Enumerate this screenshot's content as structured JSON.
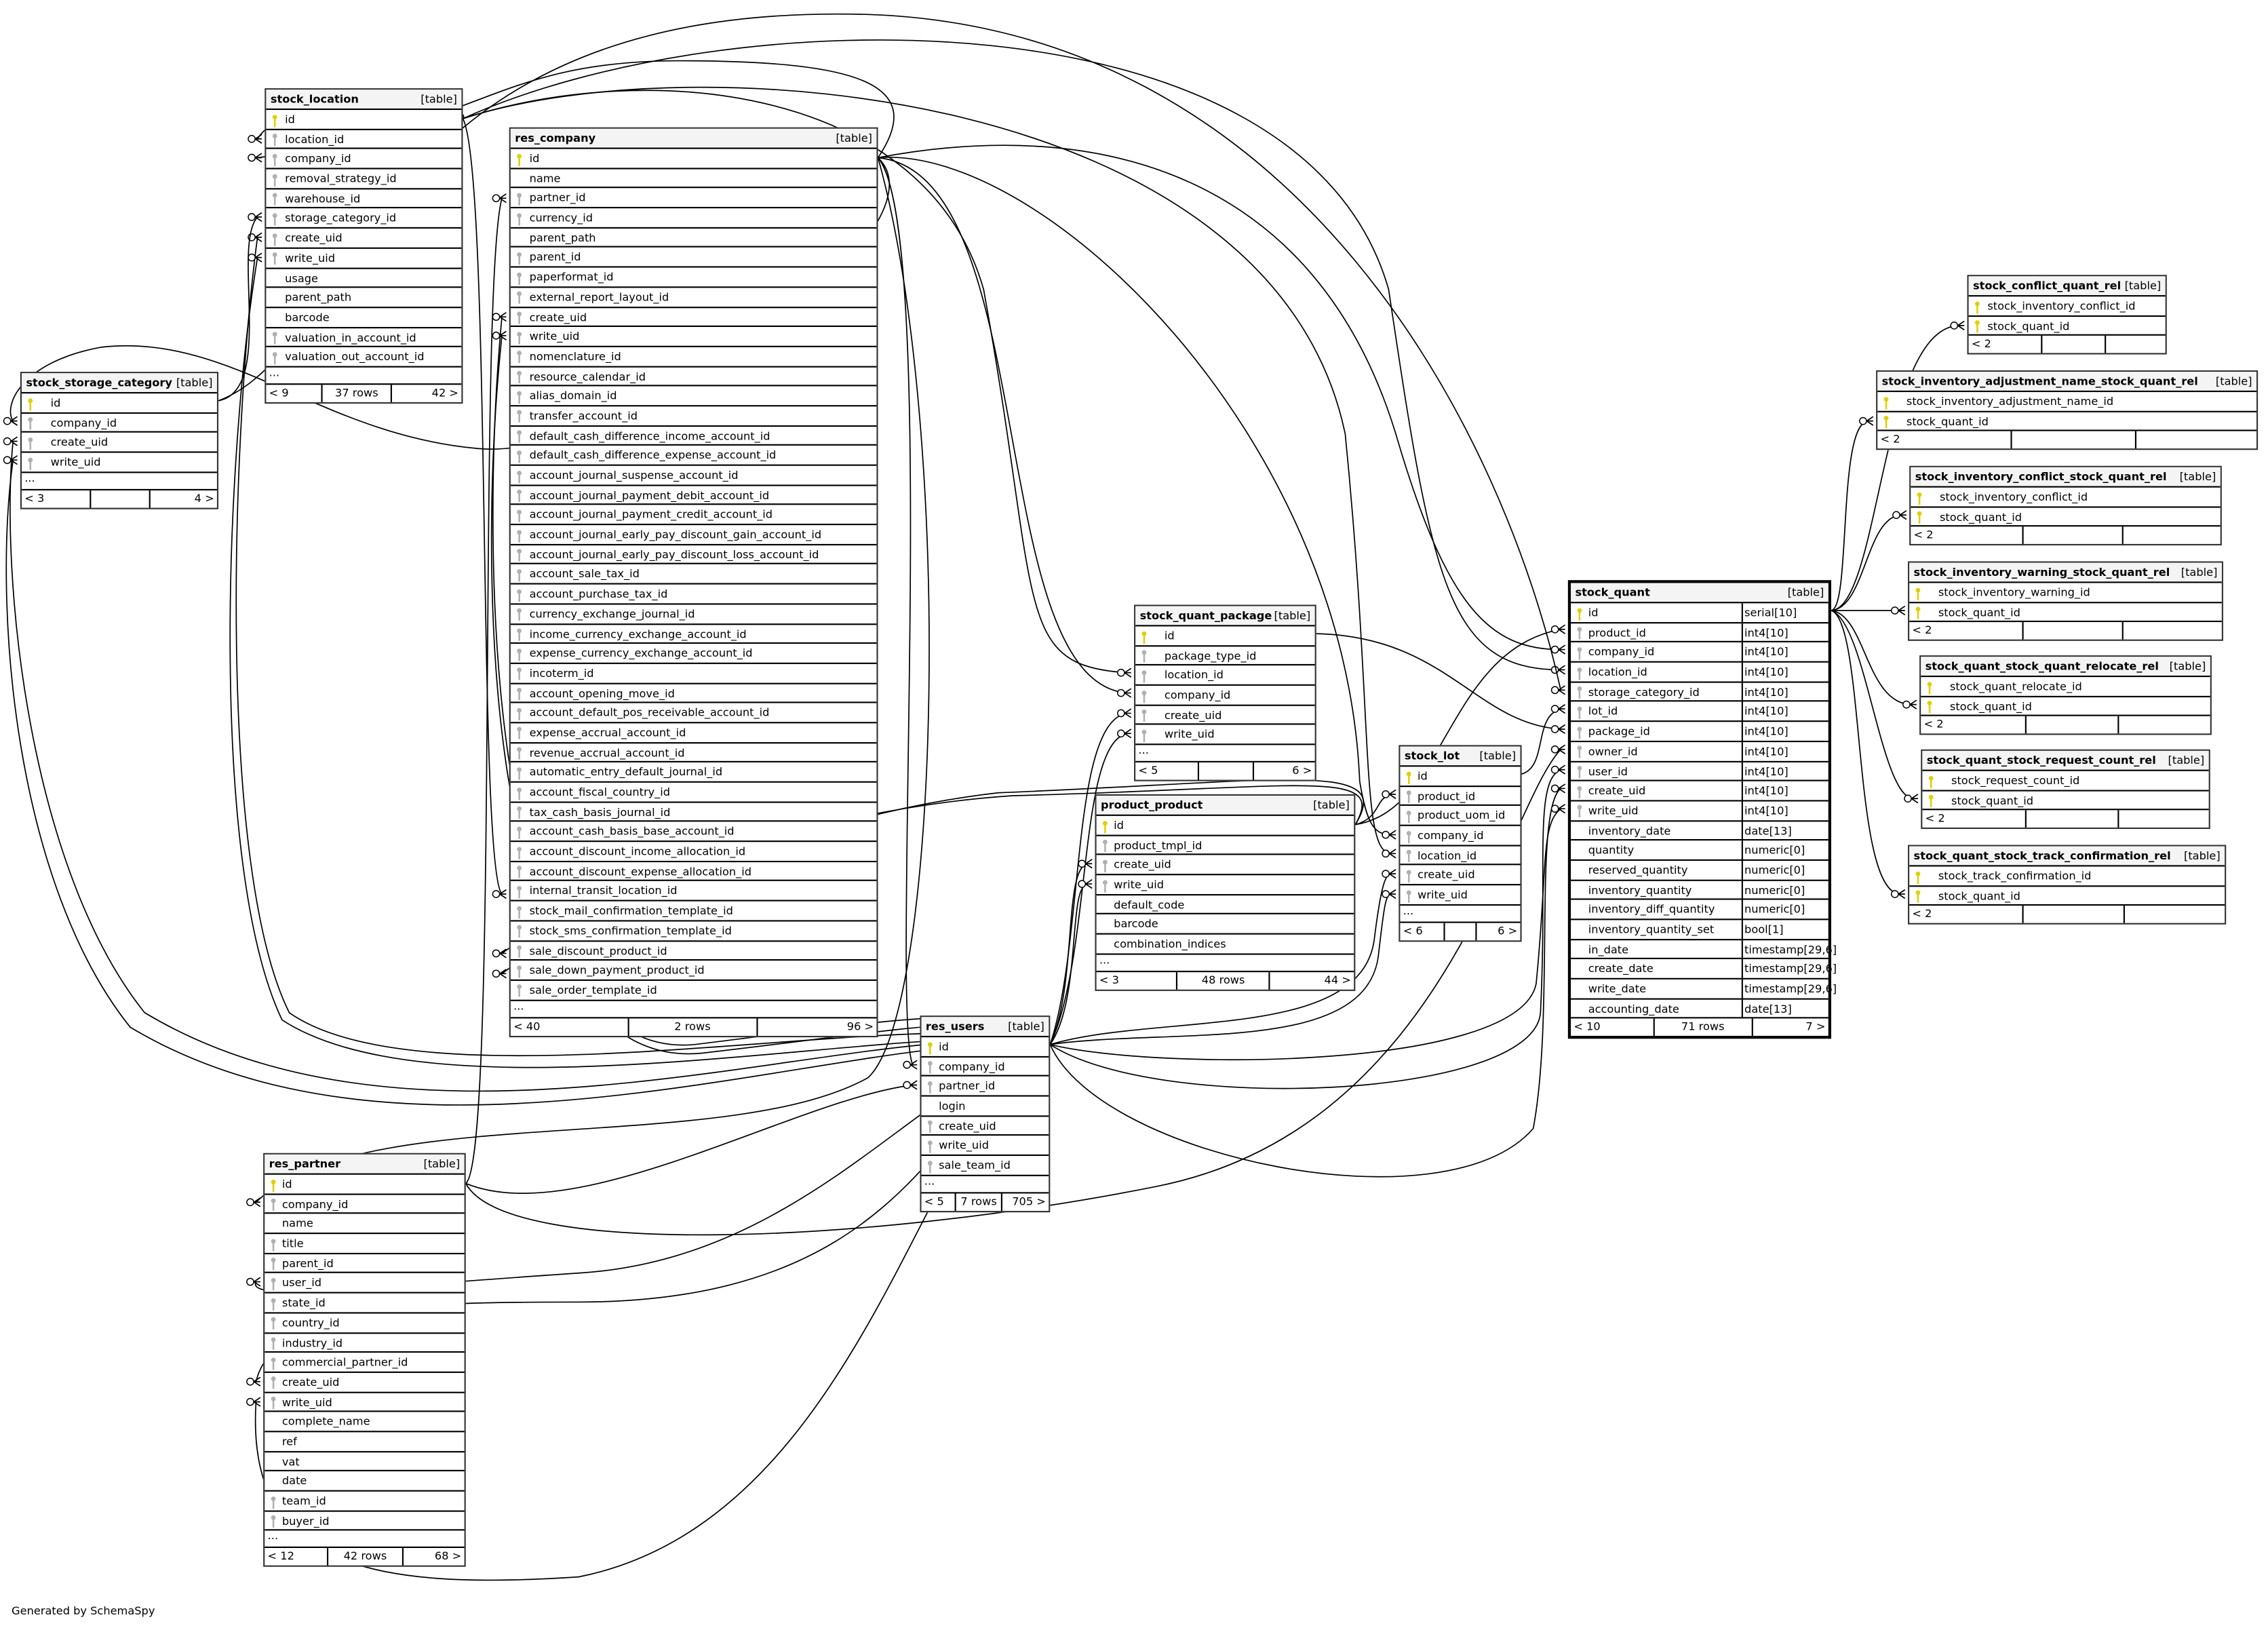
{
  "footer_text": "Generated by SchemaSpy",
  "colors": {
    "pk_key": "#e0d000",
    "fk_key": "#b0b0b0",
    "header_bg": "#f4f4f4"
  },
  "tables": [
    {
      "id": "stock_location",
      "name": "stock_location",
      "type_label": "[table]",
      "more": "...",
      "columns": [
        {
          "name": "id",
          "key": "pk"
        },
        {
          "name": "location_id",
          "key": "fk"
        },
        {
          "name": "company_id",
          "key": "fk"
        },
        {
          "name": "removal_strategy_id",
          "key": "fk"
        },
        {
          "name": "warehouse_id",
          "key": "fk"
        },
        {
          "name": "storage_category_id",
          "key": "fk"
        },
        {
          "name": "create_uid",
          "key": "fk"
        },
        {
          "name": "write_uid",
          "key": "fk"
        },
        {
          "name": "usage",
          "key": ""
        },
        {
          "name": "parent_path",
          "key": ""
        },
        {
          "name": "barcode",
          "key": ""
        },
        {
          "name": "valuation_in_account_id",
          "key": "fk"
        },
        {
          "name": "valuation_out_account_id",
          "key": "fk"
        }
      ],
      "footer": {
        "left": "< 9",
        "center": "37 rows",
        "right": "42 >"
      }
    },
    {
      "id": "stock_storage_category",
      "name": "stock_storage_category",
      "type_label": "[table]",
      "more": "...",
      "columns": [
        {
          "name": "id",
          "key": "pk"
        },
        {
          "name": "company_id",
          "key": "fk"
        },
        {
          "name": "create_uid",
          "key": "fk"
        },
        {
          "name": "write_uid",
          "key": "fk"
        }
      ],
      "footer": {
        "left": "< 3",
        "center": "",
        "right": "4 >"
      }
    },
    {
      "id": "res_company",
      "name": "res_company",
      "type_label": "[table]",
      "more": "...",
      "columns": [
        {
          "name": "id",
          "key": "pk"
        },
        {
          "name": "name",
          "key": ""
        },
        {
          "name": "partner_id",
          "key": "fk"
        },
        {
          "name": "currency_id",
          "key": "fk"
        },
        {
          "name": "parent_path",
          "key": ""
        },
        {
          "name": "parent_id",
          "key": "fk"
        },
        {
          "name": "paperformat_id",
          "key": "fk"
        },
        {
          "name": "external_report_layout_id",
          "key": "fk"
        },
        {
          "name": "create_uid",
          "key": "fk"
        },
        {
          "name": "write_uid",
          "key": "fk"
        },
        {
          "name": "nomenclature_id",
          "key": "fk"
        },
        {
          "name": "resource_calendar_id",
          "key": "fk"
        },
        {
          "name": "alias_domain_id",
          "key": "fk"
        },
        {
          "name": "transfer_account_id",
          "key": "fk"
        },
        {
          "name": "default_cash_difference_income_account_id",
          "key": "fk"
        },
        {
          "name": "default_cash_difference_expense_account_id",
          "key": "fk"
        },
        {
          "name": "account_journal_suspense_account_id",
          "key": "fk"
        },
        {
          "name": "account_journal_payment_debit_account_id",
          "key": "fk"
        },
        {
          "name": "account_journal_payment_credit_account_id",
          "key": "fk"
        },
        {
          "name": "account_journal_early_pay_discount_gain_account_id",
          "key": "fk"
        },
        {
          "name": "account_journal_early_pay_discount_loss_account_id",
          "key": "fk"
        },
        {
          "name": "account_sale_tax_id",
          "key": "fk"
        },
        {
          "name": "account_purchase_tax_id",
          "key": "fk"
        },
        {
          "name": "currency_exchange_journal_id",
          "key": "fk"
        },
        {
          "name": "income_currency_exchange_account_id",
          "key": "fk"
        },
        {
          "name": "expense_currency_exchange_account_id",
          "key": "fk"
        },
        {
          "name": "incoterm_id",
          "key": "fk"
        },
        {
          "name": "account_opening_move_id",
          "key": "fk"
        },
        {
          "name": "account_default_pos_receivable_account_id",
          "key": "fk"
        },
        {
          "name": "expense_accrual_account_id",
          "key": "fk"
        },
        {
          "name": "revenue_accrual_account_id",
          "key": "fk"
        },
        {
          "name": "automatic_entry_default_journal_id",
          "key": "fk"
        },
        {
          "name": "account_fiscal_country_id",
          "key": "fk"
        },
        {
          "name": "tax_cash_basis_journal_id",
          "key": "fk"
        },
        {
          "name": "account_cash_basis_base_account_id",
          "key": "fk"
        },
        {
          "name": "account_discount_income_allocation_id",
          "key": "fk"
        },
        {
          "name": "account_discount_expense_allocation_id",
          "key": "fk"
        },
        {
          "name": "internal_transit_location_id",
          "key": "fk"
        },
        {
          "name": "stock_mail_confirmation_template_id",
          "key": "fk"
        },
        {
          "name": "stock_sms_confirmation_template_id",
          "key": "fk"
        },
        {
          "name": "sale_discount_product_id",
          "key": "fk"
        },
        {
          "name": "sale_down_payment_product_id",
          "key": "fk"
        },
        {
          "name": "sale_order_template_id",
          "key": "fk"
        }
      ],
      "footer": {
        "left": "< 40",
        "center": "2 rows",
        "right": "96 >"
      }
    },
    {
      "id": "stock_quant_package",
      "name": "stock_quant_package",
      "type_label": "[table]",
      "more": "...",
      "columns": [
        {
          "name": "id",
          "key": "pk"
        },
        {
          "name": "package_type_id",
          "key": "fk"
        },
        {
          "name": "location_id",
          "key": "fk"
        },
        {
          "name": "company_id",
          "key": "fk"
        },
        {
          "name": "create_uid",
          "key": "fk"
        },
        {
          "name": "write_uid",
          "key": "fk"
        }
      ],
      "footer": {
        "left": "< 5",
        "center": "",
        "right": "6 >"
      }
    },
    {
      "id": "product_product",
      "name": "product_product",
      "type_label": "[table]",
      "more": "...",
      "columns": [
        {
          "name": "id",
          "key": "pk"
        },
        {
          "name": "product_tmpl_id",
          "key": "fk"
        },
        {
          "name": "create_uid",
          "key": "fk"
        },
        {
          "name": "write_uid",
          "key": "fk"
        },
        {
          "name": "default_code",
          "key": ""
        },
        {
          "name": "barcode",
          "key": ""
        },
        {
          "name": "combination_indices",
          "key": ""
        }
      ],
      "footer": {
        "left": "< 3",
        "center": "48 rows",
        "right": "44 >"
      }
    },
    {
      "id": "stock_lot",
      "name": "stock_lot",
      "type_label": "[table]",
      "more": "...",
      "columns": [
        {
          "name": "id",
          "key": "pk"
        },
        {
          "name": "product_id",
          "key": "fk"
        },
        {
          "name": "product_uom_id",
          "key": "fk"
        },
        {
          "name": "company_id",
          "key": "fk"
        },
        {
          "name": "location_id",
          "key": "fk"
        },
        {
          "name": "create_uid",
          "key": "fk"
        },
        {
          "name": "write_uid",
          "key": "fk"
        }
      ],
      "footer": {
        "left": "< 6",
        "center": "",
        "right": "6 >"
      }
    },
    {
      "id": "res_users",
      "name": "res_users",
      "type_label": "[table]",
      "more": "...",
      "columns": [
        {
          "name": "id",
          "key": "pk"
        },
        {
          "name": "company_id",
          "key": "fk"
        },
        {
          "name": "partner_id",
          "key": "fk"
        },
        {
          "name": "login",
          "key": ""
        },
        {
          "name": "create_uid",
          "key": "fk"
        },
        {
          "name": "write_uid",
          "key": "fk"
        },
        {
          "name": "sale_team_id",
          "key": "fk"
        }
      ],
      "footer": {
        "left": "< 5",
        "center": "7 rows",
        "right": "705 >"
      }
    },
    {
      "id": "res_partner",
      "name": "res_partner",
      "type_label": "[table]",
      "more": "...",
      "columns": [
        {
          "name": "id",
          "key": "pk"
        },
        {
          "name": "company_id",
          "key": "fk"
        },
        {
          "name": "name",
          "key": ""
        },
        {
          "name": "title",
          "key": "fk"
        },
        {
          "name": "parent_id",
          "key": "fk"
        },
        {
          "name": "user_id",
          "key": "fk"
        },
        {
          "name": "state_id",
          "key": "fk"
        },
        {
          "name": "country_id",
          "key": "fk"
        },
        {
          "name": "industry_id",
          "key": "fk"
        },
        {
          "name": "commercial_partner_id",
          "key": "fk"
        },
        {
          "name": "create_uid",
          "key": "fk"
        },
        {
          "name": "write_uid",
          "key": "fk"
        },
        {
          "name": "complete_name",
          "key": ""
        },
        {
          "name": "ref",
          "key": ""
        },
        {
          "name": "vat",
          "key": ""
        },
        {
          "name": "date",
          "key": ""
        },
        {
          "name": "team_id",
          "key": "fk"
        },
        {
          "name": "buyer_id",
          "key": "fk"
        }
      ],
      "footer": {
        "left": "< 12",
        "center": "42 rows",
        "right": "68 >"
      }
    },
    {
      "id": "stock_quant",
      "name": "stock_quant",
      "type_label": "[table]",
      "more": null,
      "columns": [
        {
          "name": "id",
          "key": "pk",
          "type": "serial[10]"
        },
        {
          "name": "product_id",
          "key": "fk",
          "type": "int4[10]"
        },
        {
          "name": "company_id",
          "key": "fk",
          "type": "int4[10]"
        },
        {
          "name": "location_id",
          "key": "fk",
          "type": "int4[10]"
        },
        {
          "name": "storage_category_id",
          "key": "fk",
          "type": "int4[10]"
        },
        {
          "name": "lot_id",
          "key": "fk",
          "type": "int4[10]"
        },
        {
          "name": "package_id",
          "key": "fk",
          "type": "int4[10]"
        },
        {
          "name": "owner_id",
          "key": "fk",
          "type": "int4[10]"
        },
        {
          "name": "user_id",
          "key": "fk",
          "type": "int4[10]"
        },
        {
          "name": "create_uid",
          "key": "fk",
          "type": "int4[10]"
        },
        {
          "name": "write_uid",
          "key": "fk",
          "type": "int4[10]"
        },
        {
          "name": "inventory_date",
          "key": "",
          "type": "date[13]"
        },
        {
          "name": "quantity",
          "key": "",
          "type": "numeric[0]"
        },
        {
          "name": "reserved_quantity",
          "key": "",
          "type": "numeric[0]"
        },
        {
          "name": "inventory_quantity",
          "key": "",
          "type": "numeric[0]"
        },
        {
          "name": "inventory_diff_quantity",
          "key": "",
          "type": "numeric[0]"
        },
        {
          "name": "inventory_quantity_set",
          "key": "",
          "type": "bool[1]"
        },
        {
          "name": "in_date",
          "key": "",
          "type": "timestamp[29,6]"
        },
        {
          "name": "create_date",
          "key": "",
          "type": "timestamp[29,6]"
        },
        {
          "name": "write_date",
          "key": "",
          "type": "timestamp[29,6]"
        },
        {
          "name": "accounting_date",
          "key": "",
          "type": "date[13]"
        }
      ],
      "footer": {
        "left": "< 10",
        "center": "71 rows",
        "right": "7 >"
      }
    },
    {
      "id": "stock_conflict_quant_rel",
      "name": "stock_conflict_quant_rel",
      "type_label": "[table]",
      "more": null,
      "columns": [
        {
          "name": "stock_inventory_conflict_id",
          "key": "pk"
        },
        {
          "name": "stock_quant_id",
          "key": "pk"
        }
      ],
      "footer": {
        "left": "< 2",
        "center": "",
        "right": ""
      }
    },
    {
      "id": "stock_inventory_adjustment_name_stock_quant_rel",
      "name": "stock_inventory_adjustment_name_stock_quant_rel",
      "type_label": "[table]",
      "more": null,
      "columns": [
        {
          "name": "stock_inventory_adjustment_name_id",
          "key": "pk"
        },
        {
          "name": "stock_quant_id",
          "key": "pk"
        }
      ],
      "footer": {
        "left": "< 2",
        "center": "",
        "right": ""
      }
    },
    {
      "id": "stock_inventory_conflict_stock_quant_rel",
      "name": "stock_inventory_conflict_stock_quant_rel",
      "type_label": "[table]",
      "more": null,
      "columns": [
        {
          "name": "stock_inventory_conflict_id",
          "key": "pk"
        },
        {
          "name": "stock_quant_id",
          "key": "pk"
        }
      ],
      "footer": {
        "left": "< 2",
        "center": "",
        "right": ""
      }
    },
    {
      "id": "stock_inventory_warning_stock_quant_rel",
      "name": "stock_inventory_warning_stock_quant_rel",
      "type_label": "[table]",
      "more": null,
      "columns": [
        {
          "name": "stock_inventory_warning_id",
          "key": "pk"
        },
        {
          "name": "stock_quant_id",
          "key": "pk"
        }
      ],
      "footer": {
        "left": "< 2",
        "center": "",
        "right": ""
      }
    },
    {
      "id": "stock_quant_stock_quant_relocate_rel",
      "name": "stock_quant_stock_quant_relocate_rel",
      "type_label": "[table]",
      "more": null,
      "columns": [
        {
          "name": "stock_quant_relocate_id",
          "key": "pk"
        },
        {
          "name": "stock_quant_id",
          "key": "pk"
        }
      ],
      "footer": {
        "left": "< 2",
        "center": "",
        "right": ""
      }
    },
    {
      "id": "stock_quant_stock_request_count_rel",
      "name": "stock_quant_stock_request_count_rel",
      "type_label": "[table]",
      "more": null,
      "columns": [
        {
          "name": "stock_request_count_id",
          "key": "pk"
        },
        {
          "name": "stock_quant_id",
          "key": "pk"
        }
      ],
      "footer": {
        "left": "< 2",
        "center": "",
        "right": ""
      }
    },
    {
      "id": "stock_quant_stock_track_confirmation_rel",
      "name": "stock_quant_stock_track_confirmation_rel",
      "type_label": "[table]",
      "more": null,
      "columns": [
        {
          "name": "stock_track_confirmation_id",
          "key": "pk"
        },
        {
          "name": "stock_quant_id",
          "key": "pk"
        }
      ],
      "footer": {
        "left": "< 2",
        "center": "",
        "right": ""
      }
    }
  ]
}
